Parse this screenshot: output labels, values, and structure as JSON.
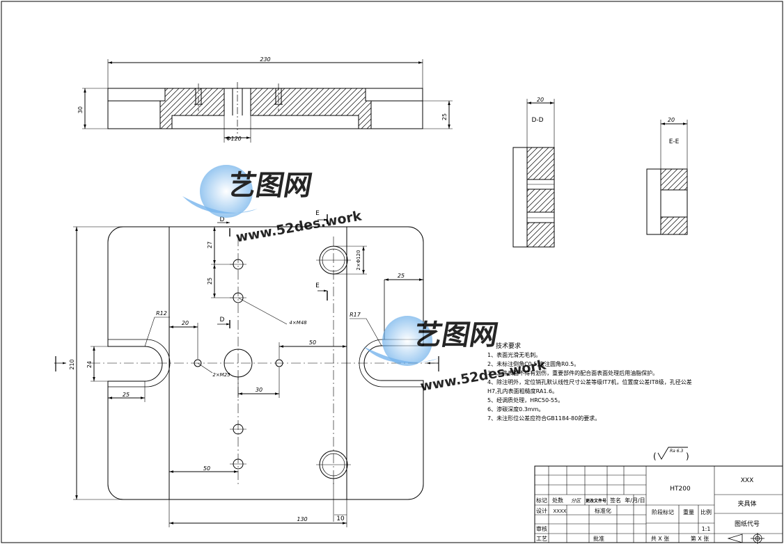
{
  "views": {
    "dims": {
      "top_width": "230",
      "top_height_left": "30",
      "top_height_right": "25",
      "top_hole": "Φ120",
      "dd_width": "20",
      "ee_width": "20",
      "plan_height": "210",
      "plan_width": "130",
      "d_offset_1": "27",
      "d_offset_2": "25",
      "e_holes": "2×Φ120",
      "right_slot_w": "25",
      "left_slot_w": "25",
      "dim_20": "20",
      "dim_50_top": "50",
      "dim_30": "30",
      "dim_50_bottom": "50",
      "dim_10": "10",
      "dim_24": "24",
      "r12": "R12",
      "r17": "R17",
      "m8": "4×M48",
      "m25": "2×M25"
    },
    "section_labels": {
      "d_left_top": "D",
      "d_left_bottom": "D",
      "e_top": "E",
      "e_bottom": "E",
      "dd_title": "D-D",
      "ee_title": "E-E"
    }
  },
  "tech_requirements": {
    "title": "技术要求",
    "items": [
      "1、表面光滑无毛刺。",
      "2、未标注倒角C0.5,未注圆角R0.5。",
      "3、工件表面不得有划伤，重要部件的配合面表面处理后用油脂保护。",
      "4、除注明外，定位销孔默认线性尺寸公差等级IT7机，位置度公差IT8级，孔径公差",
      "H7,孔内表面粗糙度RA1.6。",
      "5、经调质处理，HRC50-55。",
      "6、渗碳深度0.3mm。",
      "7、未注形位公差应符合GB1184-80的要求。"
    ]
  },
  "roughness": {
    "value": "Ra 6.3",
    "open": "(",
    "close": ")"
  },
  "title_block": {
    "material": "HT200",
    "company": "XXX",
    "part_name": "夹具体",
    "drawing_no": "图纸代号",
    "stage": "阶段标记",
    "weight": "重量",
    "scale_label": "比例",
    "scale": "1:1",
    "mark": "标记",
    "count": "处数",
    "zone": "分区",
    "doc_no": "更改文件号",
    "sign": "签名",
    "date": "年/月/日",
    "design": "设计",
    "designer": "XXXX",
    "standard": "标准化",
    "check": "审核",
    "process": "工艺",
    "approve": "批准",
    "sheets_total": "共 X 张",
    "sheet_no": "第 X 张"
  },
  "watermark": {
    "brand": "艺图网",
    "url": "www.52des.work"
  }
}
